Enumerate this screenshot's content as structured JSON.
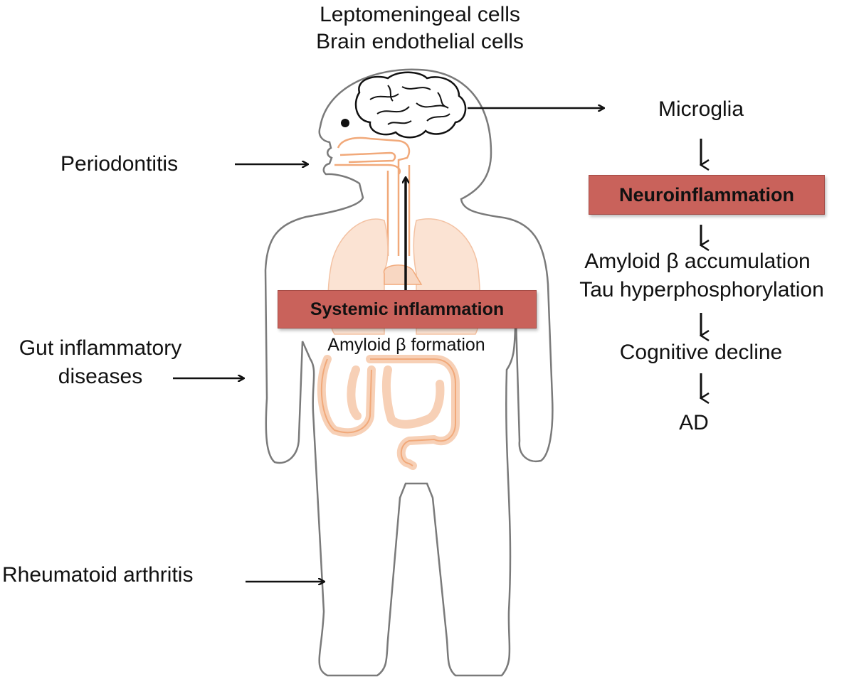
{
  "top": {
    "line1": "Leptomeningeal cells",
    "line2": "Brain endothelial cells"
  },
  "left": {
    "periodontitis": "Periodontitis",
    "gut_line1": "Gut inflammatory",
    "gut_line2": "diseases",
    "rheumatoid": "Rheumatoid arthritis"
  },
  "center": {
    "systemic_box": "Systemic inflammation",
    "amyloid_formation": "Amyloid β formation"
  },
  "cascade": {
    "microglia": "Microglia",
    "neuro_box": "Neuroinflammation",
    "amyloid_accum": "Amyloid β accumulation",
    "tau": "Tau hyperphosphorylation",
    "cognitive": "Cognitive decline",
    "ad": "AD"
  },
  "colors": {
    "box_fill": "#c9625b",
    "organ_fill": "#f9d9c3",
    "organ_stroke": "#f1a97a",
    "body_stroke": "#7a7a7a"
  }
}
